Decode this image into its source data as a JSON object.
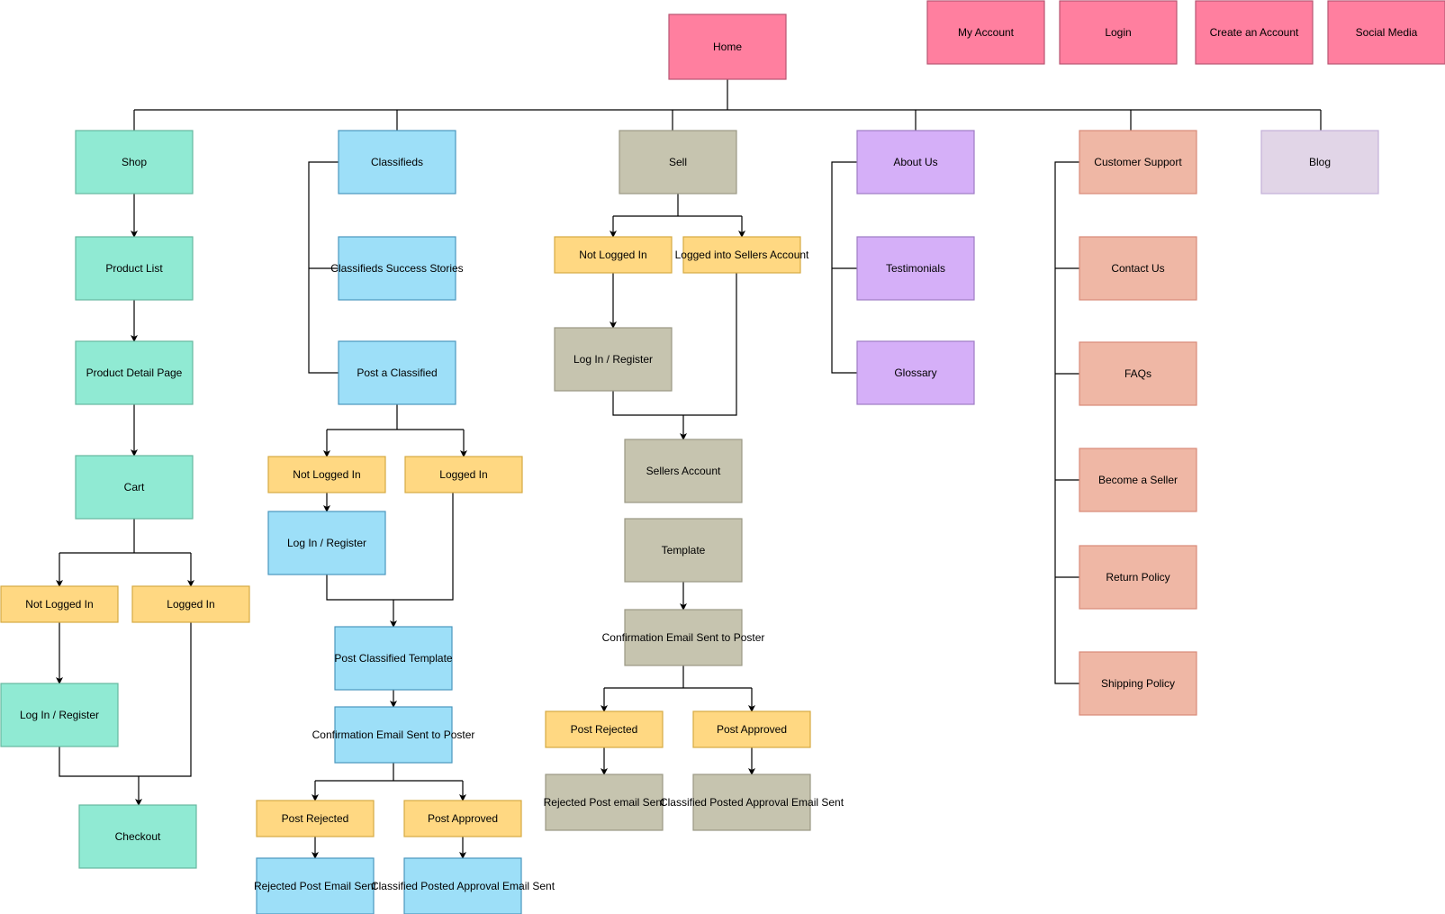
{
  "palette": {
    "pink": {
      "fill": "#ff7f9f",
      "stroke": "#b85572"
    },
    "green": {
      "fill": "#90ead3",
      "stroke": "#66b89f"
    },
    "blue": {
      "fill": "#9ddff8",
      "stroke": "#4a97be"
    },
    "gray": {
      "fill": "#c6c4af",
      "stroke": "#9a9884"
    },
    "purple": {
      "fill": "#d5aff8",
      "stroke": "#9e7bc4"
    },
    "salmon": {
      "fill": "#efb7a5",
      "stroke": "#d88a78"
    },
    "lavender": {
      "fill": "#e1d5e7",
      "stroke": "#c3b0d8"
    },
    "yellow": {
      "fill": "#ffd882",
      "stroke": "#d6aa42"
    }
  },
  "nodes": {
    "home": {
      "label": "Home",
      "color": "pink"
    },
    "my_account": {
      "label": "My Account",
      "color": "pink"
    },
    "login": {
      "label": "Login",
      "color": "pink"
    },
    "create_account": {
      "label": "Create an Account",
      "color": "pink"
    },
    "social_media": {
      "label": "Social Media",
      "color": "pink"
    },
    "shop": {
      "label": "Shop",
      "color": "green"
    },
    "product_list": {
      "label": "Product List",
      "color": "green"
    },
    "product_detail": {
      "label": "Product Detail Page",
      "color": "green"
    },
    "cart": {
      "label": "Cart",
      "color": "green"
    },
    "shop_not_logged_in": {
      "label": "Not Logged In",
      "color": "yellow"
    },
    "shop_logged_in": {
      "label": "Logged In",
      "color": "yellow"
    },
    "shop_login_register": {
      "label": "Log In / Register",
      "color": "green"
    },
    "checkout": {
      "label": "Checkout",
      "color": "green"
    },
    "classifieds": {
      "label": "Classifieds",
      "color": "blue"
    },
    "classifieds_success": {
      "label": "Classifieds Success Stories",
      "color": "blue"
    },
    "post_classified": {
      "label": "Post a Classified",
      "color": "blue"
    },
    "cl_not_logged_in": {
      "label": "Not Logged In",
      "color": "yellow"
    },
    "cl_logged_in": {
      "label": "Logged In",
      "color": "yellow"
    },
    "cl_login_register": {
      "label": "Log In / Register",
      "color": "blue"
    },
    "post_classified_template": {
      "label": "Post Classified Template",
      "color": "blue"
    },
    "cl_confirmation": {
      "label": "Confirmation Email Sent to Poster",
      "color": "blue"
    },
    "cl_post_rejected": {
      "label": "Post Rejected",
      "color": "yellow"
    },
    "cl_post_approved": {
      "label": "Post Approved",
      "color": "yellow"
    },
    "cl_rejected_email": {
      "label": "Rejected Post Email Sent",
      "color": "blue"
    },
    "cl_approval_email": {
      "label": "Classified Posted Approval Email Sent",
      "color": "blue"
    },
    "sell": {
      "label": "Sell",
      "color": "gray"
    },
    "sell_not_logged_in": {
      "label": "Not Logged In",
      "color": "yellow"
    },
    "sell_logged_sellers": {
      "label": "Logged into Sellers Account",
      "color": "yellow"
    },
    "sell_login_register": {
      "label": "Log In / Register",
      "color": "gray"
    },
    "sellers_account": {
      "label": "Sellers Account",
      "color": "gray"
    },
    "template": {
      "label": "Template",
      "color": "gray"
    },
    "sell_confirmation": {
      "label": "Confirmation Email Sent to Poster",
      "color": "gray"
    },
    "sell_post_rejected": {
      "label": "Post Rejected",
      "color": "yellow"
    },
    "sell_post_approved": {
      "label": "Post Approved",
      "color": "yellow"
    },
    "sell_rejected_email": {
      "label": "Rejected Post email Sent",
      "color": "gray"
    },
    "sell_approval_email": {
      "label": "Classified Posted Approval Email Sent",
      "color": "gray"
    },
    "about_us": {
      "label": "About Us",
      "color": "purple"
    },
    "testimonials": {
      "label": "Testimonials",
      "color": "purple"
    },
    "glossary": {
      "label": "Glossary",
      "color": "purple"
    },
    "customer_support": {
      "label": "Customer Support",
      "color": "salmon"
    },
    "contact_us": {
      "label": "Contact Us",
      "color": "salmon"
    },
    "faqs": {
      "label": "FAQs",
      "color": "salmon"
    },
    "become_seller": {
      "label": "Become a Seller",
      "color": "salmon"
    },
    "return_policy": {
      "label": "Return Policy",
      "color": "salmon"
    },
    "shipping_policy": {
      "label": "Shipping Policy",
      "color": "salmon"
    },
    "blog": {
      "label": "Blog",
      "color": "lavender"
    }
  }
}
